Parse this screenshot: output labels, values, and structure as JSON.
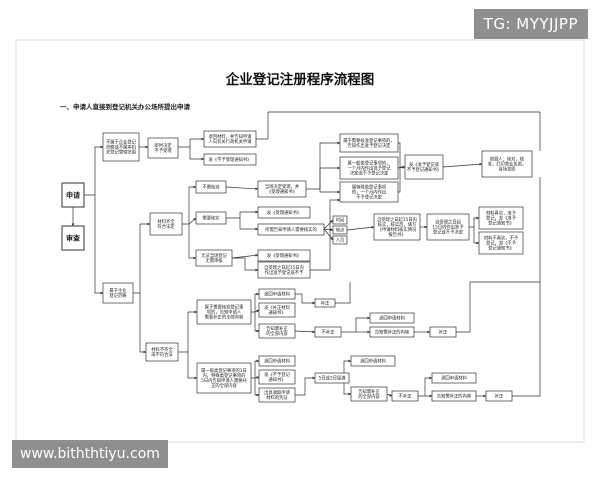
{
  "watermark_top": "TG: MYYJJPP",
  "watermark_bottom": "www.biththtiyu.com",
  "title": "企业登记注册程序流程图",
  "section_heading": "一、申请人直接到登记机关办公场所提出申请",
  "nodes": {
    "apply": "申请",
    "review": "审查",
    "not_scope": [
      "不属于企业登记",
      "范畴或不属本机",
      "关登记管辖范围"
    ],
    "refuse_decide": [
      "即时决定",
      "不予受理"
    ],
    "return_material": [
      "退回材料，并告知申请",
      "人向有关行政机关申请"
    ],
    "refuse_notice": "发《不予受理通知书》",
    "approve_top": [
      "属于需要核准登记事项的，",
      "告知作出准予登记决定"
    ],
    "one_month": [
      "属一般类登记事项的，",
      "一个月内作出准予登记",
      "决定或不予登记决定"
    ],
    "cond_approve": [
      "属特殊类登记事项",
      "的，一个月内作出",
      "不予登记决定"
    ],
    "issue_notice": [
      "发《准予登记或",
      "不予登记通知书》"
    ],
    "license": [
      "依据人：核对，核",
      "准，打印营业执照，",
      "当场发照"
    ],
    "within_scope": [
      "属于企业",
      "登记范畴"
    ],
    "complete": [
      "材料齐全",
      "符合法定"
    ],
    "not_conform": "不需核准",
    "current_ok": [
      "当场决定受理，并",
      "《受理通知书》"
    ],
    "need_verify": "需要核实",
    "notice_accept_a": "发《受理通知书》",
    "verify_detail": "所需告知申请人需要核实的",
    "time": "时间",
    "place": "地点",
    "person": "人员",
    "decide_15": [
      "自受理之日起15日内",
      "核实，核实后，填写",
      "《申请材料核实情况",
      "报告书》"
    ],
    "decide_15b": [
      "自受理之日起",
      "15日内作出准予",
      "登记或不予决定"
    ],
    "approve_mid": [
      "材料真实，准予",
      "登记，发《准予",
      "登记通知书》"
    ],
    "refuse_mid": [
      "材料不真实，不予",
      "登记，发《不予",
      "登记通知书》"
    ],
    "no_notify": [
      "无法当场登记",
      "无需审核"
    ],
    "notice_accept_b": "发《受理通知书》",
    "within_days": [
      "自受理之日起15日内",
      "作出准予登记或不予"
    ],
    "incomplete": [
      "材料不齐全",
      "或不符合法"
    ],
    "scope_help": [
      "属于需要核准登记事",
      "项的，告知申请人",
      "需要补正的全部内容"
    ],
    "return_req": "退回申请材料",
    "send_supp": [
      "发《补正材料",
      "通知书》"
    ],
    "supp_content": [
      "告知需补正",
      "的全部内容"
    ],
    "supp_1": "补正",
    "not_supp": "不补正",
    "return_req2": "退回申请材料",
    "supp_2": "告知需补正的内容",
    "supp_3": "补正",
    "general_rule": [
      "属一般类登记事项的1日",
      "内，特殊类登记事项的",
      "5日内告知申请人需要补",
      "正的全部内容"
    ],
    "return_req3": "退回申请材料",
    "send_refuse": [
      "发《不予登记",
      "通知书》"
    ],
    "req_remote": [
      "出具收取申请",
      "材料的凭证"
    ],
    "within_5": "5日或2日届满",
    "return_req4": "退回申请材料",
    "return_req5": "退回申请材料",
    "return_req6": "退回申请材料",
    "supp_content2": [
      "告知需补正",
      "的全部内容"
    ],
    "not_supp2": "不补正",
    "supp_4": "告知需补正的内容",
    "supp_5": "补正"
  }
}
